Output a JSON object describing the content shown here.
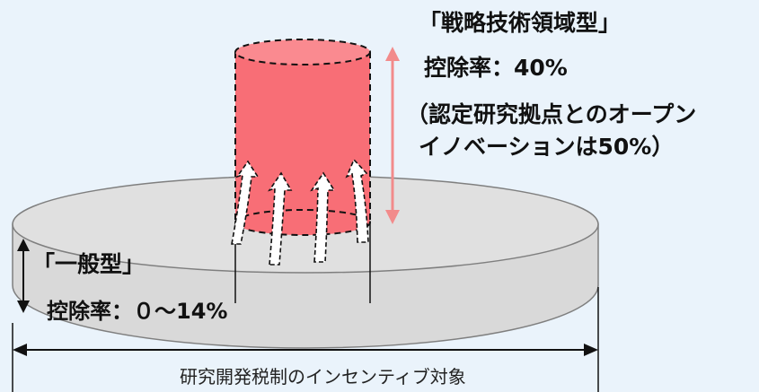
{
  "strategic": {
    "title": "「戦略技術領域型」",
    "rate": "控除率：40%",
    "note_line1": "（認定研究拠点とのオープン",
    "note_line2": "イノベーションは50%）"
  },
  "general": {
    "title": "「一般型」",
    "rate": "控除率：０～14%"
  },
  "scope": {
    "label": "研究開発税制のインセンティブ対象"
  },
  "colors": {
    "cylinder_fill": "#f86e76",
    "disk_fill": "#d9d9d9",
    "arrow_pink": "#f28b8b",
    "background": "#eaf3fb"
  }
}
